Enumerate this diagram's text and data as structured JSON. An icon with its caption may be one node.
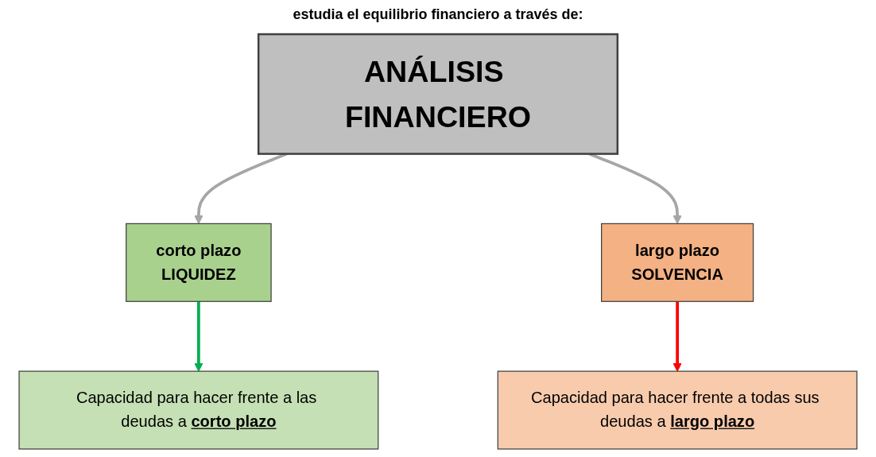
{
  "diagram": {
    "nodes": [
      {
        "text": [
          "ANÁLISIS FINANCIERO"
        ]
      },
      {
        "text": [
          "corto plazo",
          "LIQUIDEZ"
        ]
      },
      {
        "text": [
          "largo plazo",
          "SOLVENCIA"
        ]
      },
      {
        "text": [
          "Capacidad para hacer frente a las deudas a **corto plazo**"
        ]
      },
      {
        "text": [
          "Capacidad para hacer frente a todas sus deudas a **largo plazo**"
        ]
      }
    ],
    "edges": [
      {
        "from": 0,
        "to": 1,
        "arrow": "to",
        "color": "#a6a6a6"
      },
      {
        "from": 0,
        "to": 2,
        "arrow": "to",
        "color": "#a6a6a6"
      },
      {
        "from": 1,
        "to": 3,
        "arrow": "to",
        "color": "#00b050"
      },
      {
        "from": 2,
        "to": 4,
        "arrow": "to",
        "color": "#ff0000"
      }
    ],
    "labels": [
      "estudia el equilibrio financiero a través de:"
    ]
  }
}
